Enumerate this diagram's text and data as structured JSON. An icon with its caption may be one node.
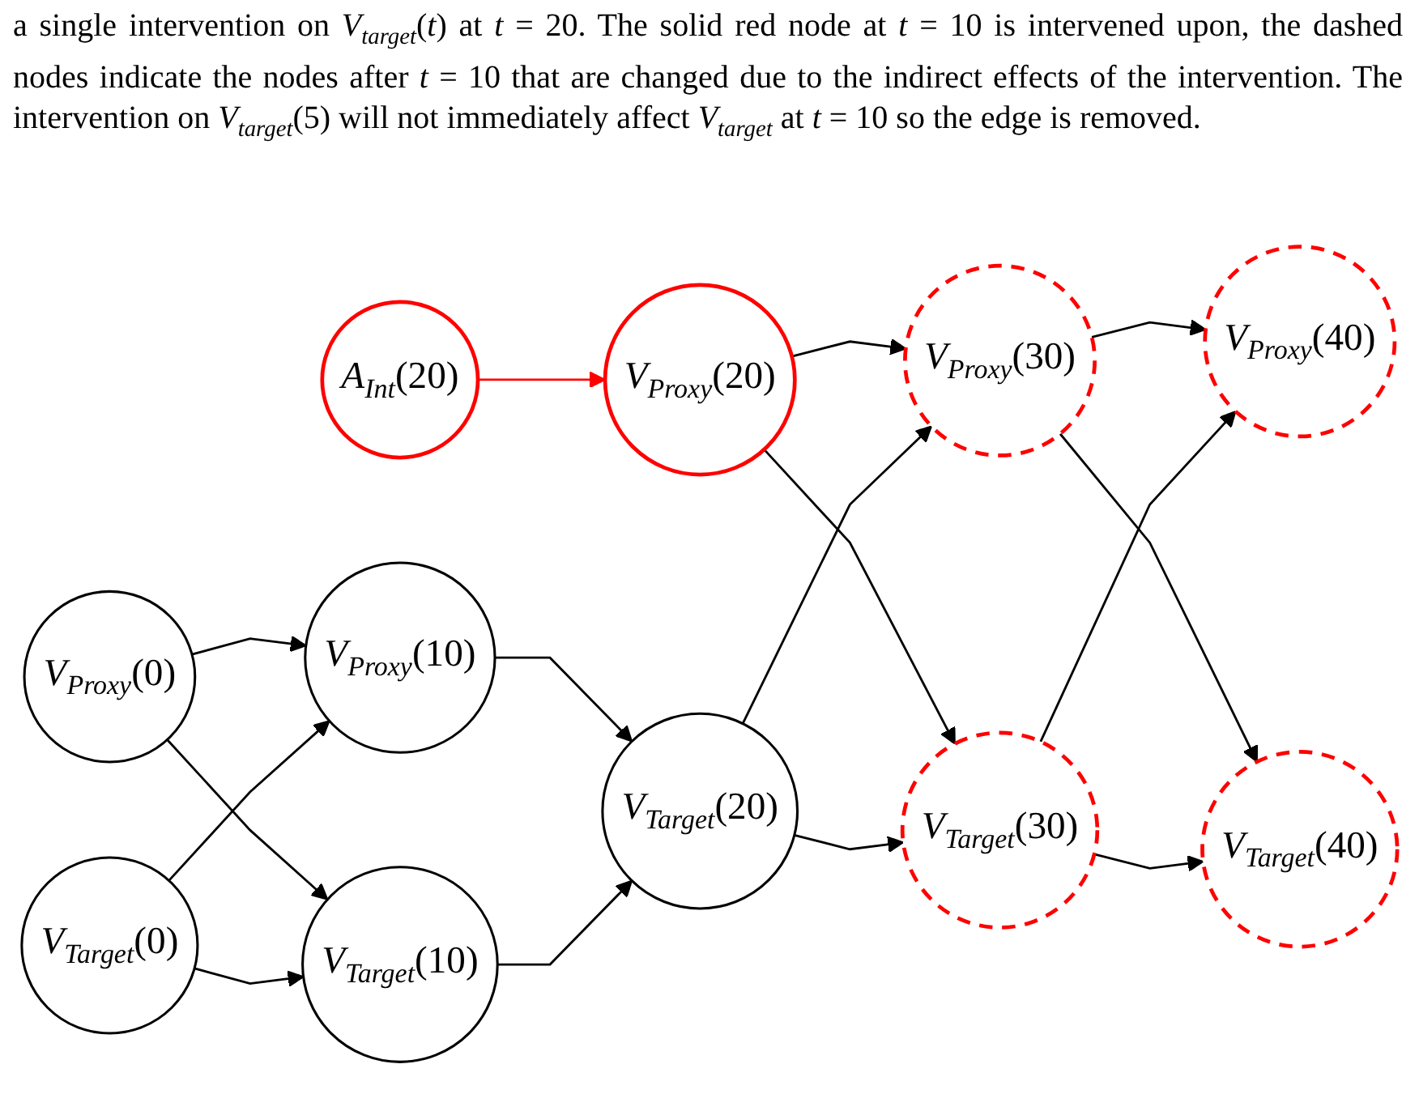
{
  "diagram": {
    "caption": "a single intervention on *V*$_{target}$(*t*) at *t* = 20. The solid red node at *t* = 10 is intervened upon, the dashed nodes indicate the nodes after *t* = 10 that are changed due to the indirect effects of the intervention. The intervention on *V*$_{target}$(5) will not immediately affect *V*$_{target}$ at *t* = 10 so the edge is removed.",
    "nodes": [
      {
        "text": [
          "*A*$_{Int}$(20)"
        ]
      },
      {
        "text": [
          "*V*$_{Proxy}$(0)"
        ]
      },
      {
        "text": [
          "*V*$_{Proxy}$(10)"
        ]
      },
      {
        "text": [
          "*V*$_{Proxy}$(20)"
        ]
      },
      {
        "text": [
          "*V*$_{Proxy}$(30)"
        ]
      },
      {
        "text": [
          "*V*$_{Proxy}$(40)"
        ]
      },
      {
        "text": [
          "*V*$_{Target}$(0)"
        ]
      },
      {
        "text": [
          "*V*$_{Target}$(10)"
        ]
      },
      {
        "text": [
          "*V*$_{Target}$(20)"
        ]
      },
      {
        "text": [
          "*V*$_{Target}$(30)"
        ]
      },
      {
        "text": [
          "*V*$_{Target}$(40)"
        ]
      }
    ],
    "edges": [
      {
        "from": 0,
        "to": 3,
        "arrow": "to",
        "color": "#ff0000"
      },
      {
        "from": 1,
        "to": 2,
        "arrow": "to"
      },
      {
        "from": 1,
        "to": 7,
        "arrow": "to"
      },
      {
        "from": 6,
        "to": 2,
        "arrow": "to"
      },
      {
        "from": 6,
        "to": 7,
        "arrow": "to"
      },
      {
        "from": 2,
        "to": 8,
        "arrow": "to"
      },
      {
        "from": 7,
        "to": 8,
        "arrow": "to"
      },
      {
        "from": 3,
        "to": 4,
        "arrow": "to"
      },
      {
        "from": 3,
        "to": 9,
        "arrow": "to"
      },
      {
        "from": 8,
        "to": 4,
        "arrow": "to"
      },
      {
        "from": 8,
        "to": 9,
        "arrow": "to"
      },
      {
        "from": 4,
        "to": 5,
        "arrow": "to"
      },
      {
        "from": 4,
        "to": 10,
        "arrow": "to"
      },
      {
        "from": 9,
        "to": 5,
        "arrow": "to"
      },
      {
        "from": 9,
        "to": 10,
        "arrow": "to"
      }
    ]
  }
}
